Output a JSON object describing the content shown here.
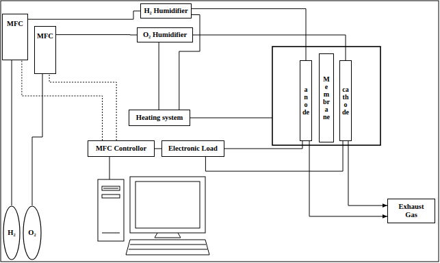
{
  "diagram": {
    "nodes": [
      {
        "text": [
          "MFC"
        ]
      },
      {
        "text": [
          "MFC"
        ]
      },
      {
        "text": [
          "H₂ Humidifier"
        ]
      },
      {
        "text": [
          "O₂ Humidifier"
        ]
      },
      {
        "text": [
          "Heating system"
        ]
      },
      {
        "text": [
          "MFC Controllor"
        ]
      },
      {
        "text": [
          "Electronic Load"
        ]
      },
      {
        "text": [
          "anode"
        ]
      },
      {
        "text": [
          "Membrane"
        ]
      },
      {
        "text": [
          "cathode"
        ]
      },
      {
        "text": [
          "Exhaust Gas"
        ]
      },
      {
        "text": [
          "H₂"
        ]
      },
      {
        "text": [
          "O₂"
        ]
      }
    ],
    "edges": [
      {
        "from": 11,
        "to": 0,
        "arrow": "none"
      },
      {
        "from": 12,
        "to": 1,
        "arrow": "none"
      },
      {
        "from": 0,
        "to": 2,
        "arrow": "none"
      },
      {
        "from": 1,
        "to": 3,
        "arrow": "none"
      },
      {
        "from": 2,
        "to": 7,
        "arrow": "none"
      },
      {
        "from": 3,
        "to": 9,
        "arrow": "none"
      },
      {
        "from": 4,
        "to": 2,
        "arrow": "none"
      },
      {
        "from": 4,
        "to": 3,
        "arrow": "none"
      },
      {
        "from": 5,
        "to": 0,
        "arrow": "none"
      },
      {
        "from": 5,
        "to": 1,
        "arrow": "none"
      },
      {
        "from": 5,
        "to": 6,
        "arrow": "none"
      },
      {
        "from": 6,
        "to": 7,
        "arrow": "none"
      },
      {
        "from": 6,
        "to": 9,
        "arrow": "none"
      },
      {
        "from": 7,
        "to": 10,
        "arrow": "to"
      },
      {
        "from": 9,
        "to": 10,
        "arrow": "to"
      }
    ]
  }
}
